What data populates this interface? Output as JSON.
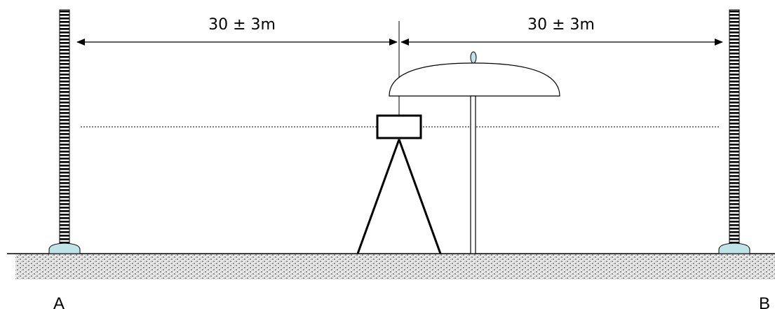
{
  "labels": {
    "distance_left": "30 ± 3m",
    "distance_right": "30 ± 3m",
    "point_a": "A",
    "point_b": "B"
  },
  "colors": {
    "line": "#000000",
    "ground_fill": "#d9d9d9",
    "ground_speckle": "#8c8c8c",
    "base_fill": "#bfe3e6",
    "umbrella_fill": "#ffffff",
    "sight_line": "#000000"
  }
}
